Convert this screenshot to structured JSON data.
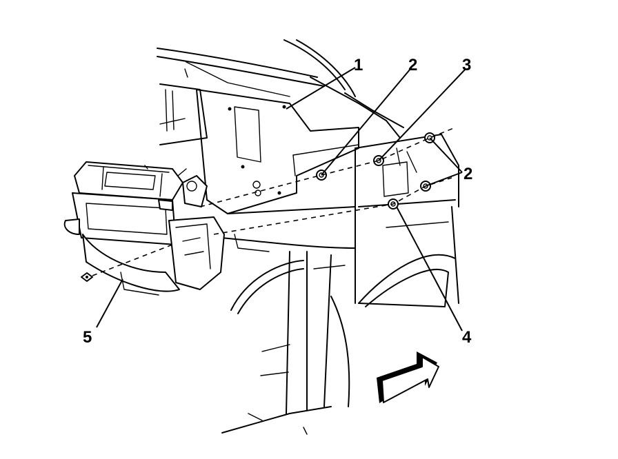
{
  "callouts": [
    {
      "id": "1",
      "label": "1"
    },
    {
      "id": "2a",
      "label": "2"
    },
    {
      "id": "3",
      "label": "3"
    },
    {
      "id": "2b",
      "label": "2"
    },
    {
      "id": "4",
      "label": "4"
    },
    {
      "id": "5",
      "label": "5"
    }
  ],
  "colors": {
    "ink": "#000000",
    "paper": "#ffffff"
  },
  "icons": [
    "front-direction-arrow-icon"
  ]
}
